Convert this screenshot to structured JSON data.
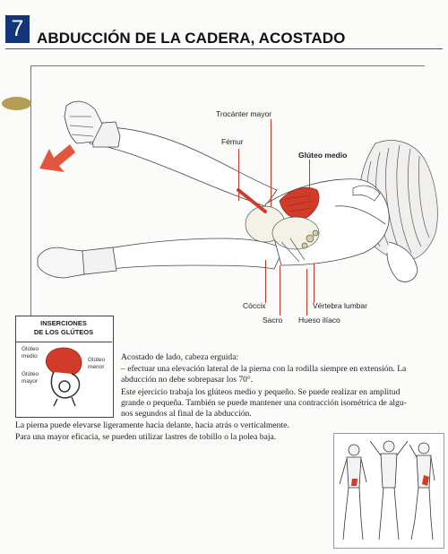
{
  "header": {
    "exercise_number": "7",
    "title": "ABDUCCIÓN DE LA CADERA, ACOSTADO"
  },
  "illustration": {
    "labels": {
      "trochanter": "Trocánter mayor",
      "femur": "Fémur",
      "gluteus_medius": "Glúteo medio",
      "coccyx": "Cóccix",
      "lumbar_vertebra": "Vértebra lumbar",
      "sacrum": "Sacro",
      "iliac_bone": "Hueso ilíaco"
    }
  },
  "insertions_box": {
    "title_line1": "INSERCIONES",
    "title_line2": "DE LOS GLÚTEOS",
    "medius_line1": "Glúteo",
    "medius_line2": "medio",
    "maximus_line1": "Glúteo",
    "maximus_line2": "mayor",
    "minimus_line1": "Glúteo",
    "minimus_line2": "menor"
  },
  "text": {
    "p1": "Acostado de lado, cabeza erguida:",
    "p2a": "– efectuar una elevación lateral de la pierna con la rodilla siempre en extensión. La",
    "p2b": "abducción no debe sobrepasar los 70°.",
    "p3a": "Este ejercicio trabaja los glúteos medio y pequeño. Se puede realizar en amplitud",
    "p3b": "grande o pequeña. También se puede mantener una contracción isométrica de algu-",
    "p3c": "nos segundos al final de la abducción.",
    "p4": "La pierna puede elevarse ligeramente hacia delante, hacia atrás o verticalmente.",
    "p5": "Para una mayor eficacia, se pueden utilizar lastres de tobillo o la polea baja."
  },
  "colors": {
    "number_box": "#13357b",
    "oval_tab": "#b59d56",
    "muscle_red": "#d23a2a",
    "arrow": "#e2553f"
  }
}
